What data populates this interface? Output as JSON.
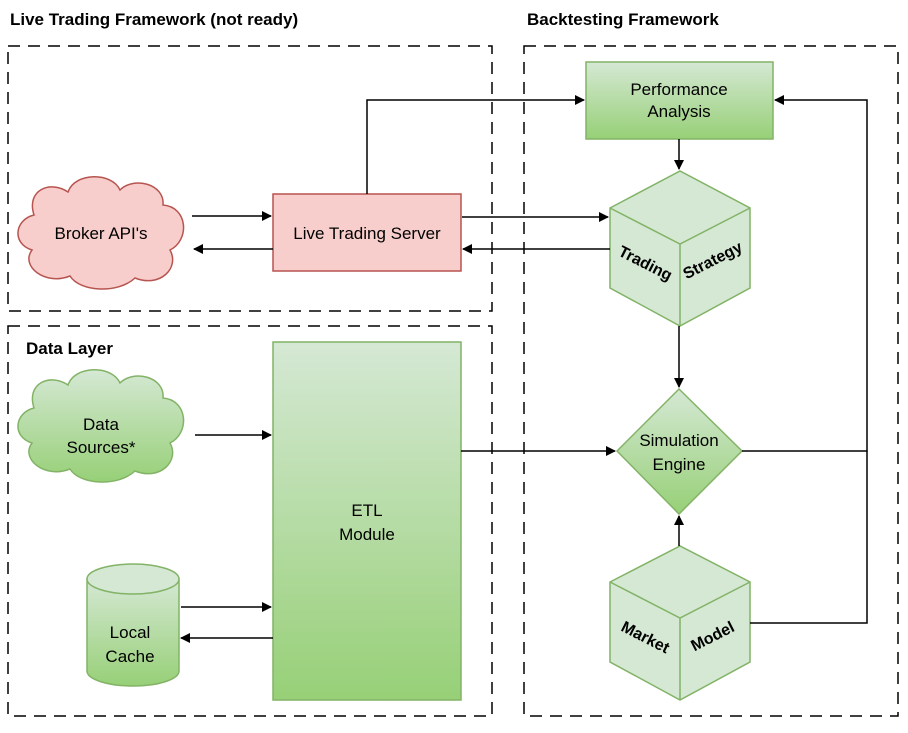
{
  "frames": {
    "live_trading": {
      "title": "Live Trading Framework (not ready)"
    },
    "backtesting": {
      "title": "Backtesting Framework"
    },
    "data_layer": {
      "title": "Data Layer"
    }
  },
  "nodes": {
    "broker_apis": {
      "label": "Broker API's"
    },
    "live_trading_server": {
      "label": "Live Trading Server"
    },
    "performance_analysis": {
      "line1": "Performance",
      "line2": "Analysis"
    },
    "trading_strategy": {
      "left": "Trading",
      "right": "Strategy"
    },
    "simulation_engine": {
      "line1": "Simulation",
      "line2": "Engine"
    },
    "market_model": {
      "left": "Market",
      "right": "Model"
    },
    "data_sources": {
      "line1": "Data",
      "line2": "Sources*"
    },
    "etl_module": {
      "line1": "ETL",
      "line2": "Module"
    },
    "local_cache": {
      "line1": "Local",
      "line2": "Cache"
    }
  },
  "colors": {
    "red_fill": "#f8cecc",
    "red_stroke": "#b85450",
    "green_top": "#d5e8d4",
    "green_bottom": "#97d077",
    "green_stroke": "#82b366",
    "cube_fill": "#d5e8d4"
  }
}
